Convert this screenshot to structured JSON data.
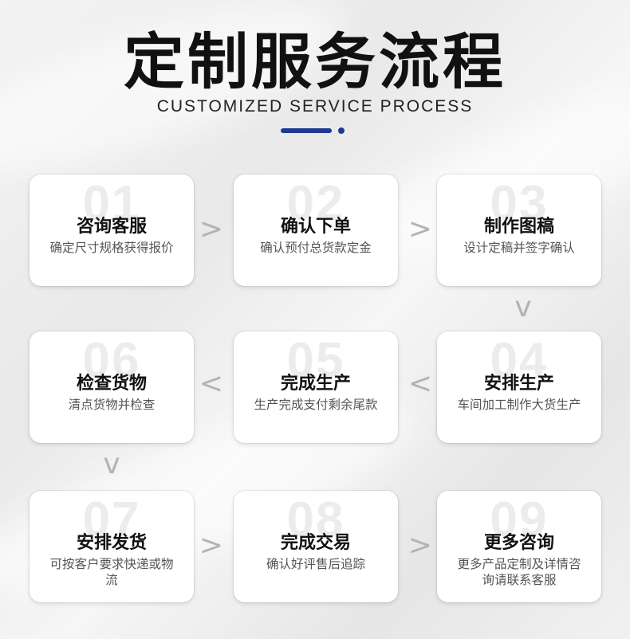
{
  "header": {
    "title": "定制服务流程",
    "subtitle": "CUSTOMIZED SERVICE PROCESS",
    "accent_color": "#1f3a8f"
  },
  "steps": [
    {
      "number": "01",
      "title": "咨询客服",
      "desc": "确定尺寸规格获得报价"
    },
    {
      "number": "02",
      "title": "确认下单",
      "desc": "确认预付总货款定金"
    },
    {
      "number": "03",
      "title": "制作图稿",
      "desc": "设计定稿并签字确认"
    },
    {
      "number": "04",
      "title": "安排生产",
      "desc": "车间加工制作大货生产"
    },
    {
      "number": "05",
      "title": "完成生产",
      "desc": "生产完成支付剩余尾款"
    },
    {
      "number": "06",
      "title": "检查货物",
      "desc": "清点货物并检查"
    },
    {
      "number": "07",
      "title": "安排发货",
      "desc": "可按客户要求快递或物流"
    },
    {
      "number": "08",
      "title": "完成交易",
      "desc": "确认好评售后追踪"
    },
    {
      "number": "09",
      "title": "更多咨询",
      "desc": "更多产品定制及详情咨询请联系客服"
    }
  ],
  "arrows": {
    "right": ">",
    "left": "<",
    "down": "v"
  }
}
